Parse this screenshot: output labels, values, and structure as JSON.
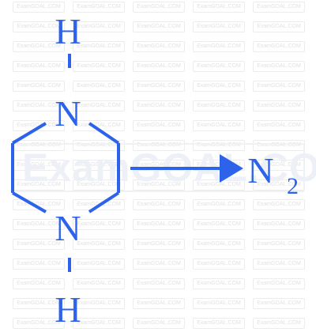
{
  "watermark": {
    "text": "ExamGOAL.COM",
    "large_text": "ExamGOAL.COM"
  },
  "molecule": {
    "atom_top_h": "H",
    "atom_top_n": "N",
    "atom_bottom_n": "N",
    "atom_bottom_h": "H"
  },
  "product": {
    "formula_main": "N",
    "formula_subscript": "2"
  },
  "colors": {
    "structure": "#2d63ea",
    "watermark": "#e2e2e2"
  }
}
